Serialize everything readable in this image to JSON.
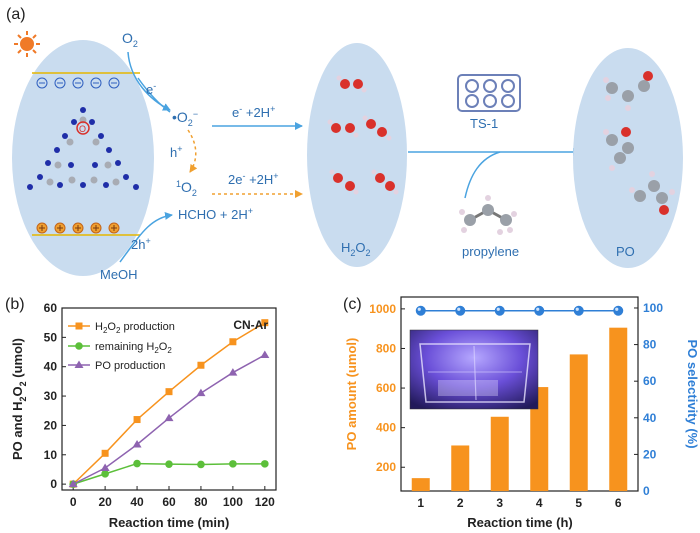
{
  "panel_a": {
    "label": "(a)",
    "o2_label": "O",
    "o2_sub": "2",
    "electron_label": "e",
    "electron_sup": "-",
    "superoxide_label": "•O",
    "superoxide_sub": "2",
    "superoxide_sup": "−",
    "hole_label": "h",
    "hole_sup": "+",
    "singlet_o2_sup": "1",
    "singlet_o2_label": "O",
    "singlet_o2_sub": "2",
    "step1_label_a": "e",
    "step1_label_sup": "-",
    "step1_label_b": " +2H",
    "step1_label_sup2": "+",
    "step2_label_a": "2e",
    "step2_label_sup": "-",
    "step2_label_b": " +2H",
    "step2_label_sup2": "+",
    "hcho_label": "HCHO + 2H",
    "hcho_sup": "+",
    "two_holes_label": "2h",
    "two_holes_sup": "+",
    "meoh_label": "MeOH",
    "h2o2_label": "H",
    "h2o2_sub1": "2",
    "h2o2_mid": "O",
    "h2o2_sub2": "2",
    "ts1_label": "TS-1",
    "propylene_label": "propylene",
    "po_label": "PO",
    "colors": {
      "oval": "#c9dcef",
      "arrow": "#4aa3e0",
      "dashed_arrow": "#f0a030",
      "sun": "#f07a28"
    }
  },
  "panel_b": {
    "label": "(b)",
    "sample_label": "CN-Ar",
    "ylabel_parts": [
      "PO and H",
      "2",
      "O",
      "2",
      " (umol)"
    ],
    "legend": [
      {
        "text": "H",
        "sub1": "2",
        "mid": "O",
        "sub2": "2",
        "tail": " production"
      },
      {
        "text": "remaining H",
        "sub1": "2",
        "mid": "O",
        "sub2": "2",
        "tail": ""
      },
      {
        "text": "PO production",
        "sub1": "",
        "mid": "",
        "sub2": "",
        "tail": ""
      }
    ]
  },
  "panel_c": {
    "label": "(c)",
    "y_left_label": "PO amount (umol)",
    "y_right_label": "PO selectivity (%)"
  },
  "chart_data": [
    {
      "type": "line",
      "title": "",
      "xlabel": "Reaction time (min)",
      "ylabel": "PO and H2O2 (umol)",
      "x": [
        0,
        20,
        40,
        60,
        80,
        100,
        120
      ],
      "xticks": [
        "0",
        "20",
        "40",
        "60",
        "80",
        "100",
        "120"
      ],
      "yticks": [
        "0",
        "10",
        "20",
        "30",
        "40",
        "50",
        "60"
      ],
      "xlim": [
        -7,
        127
      ],
      "ylim": [
        -2,
        60
      ],
      "legend_position": "top-left",
      "series": [
        {
          "name": "H2O2 production",
          "marker": "square",
          "color": "#f7931e",
          "values": [
            0,
            10.5,
            22,
            31.5,
            40.5,
            48.5,
            55
          ]
        },
        {
          "name": "remaining H2O2",
          "marker": "circle",
          "color": "#5cbf3a",
          "values": [
            0,
            3.5,
            7,
            6.8,
            6.7,
            6.9,
            6.9
          ]
        },
        {
          "name": "PO production",
          "marker": "triangle",
          "color": "#8e63b0",
          "values": [
            0,
            5.5,
            13.5,
            22.5,
            31,
            38,
            44
          ]
        }
      ]
    },
    {
      "type": "bar",
      "title": "",
      "xlabel": "Reaction time (h)",
      "ylabel": "PO amount (umol)",
      "y2label": "PO selectivity (%)",
      "categories": [
        "1",
        "2",
        "3",
        "4",
        "5",
        "6"
      ],
      "yticks": [
        "200",
        "400",
        "600",
        "800",
        "1000"
      ],
      "y2ticks": [
        "0",
        "20",
        "40",
        "60",
        "80",
        "100"
      ],
      "ylim": [
        80,
        1060
      ],
      "y2lim": [
        0,
        106
      ],
      "series": [
        {
          "name": "PO amount",
          "type": "bar",
          "axis": "left",
          "color": "#f7931e",
          "values": [
            145,
            310,
            455,
            605,
            770,
            905
          ]
        },
        {
          "name": "PO selectivity",
          "type": "line",
          "axis": "right",
          "color": "#2f7fd6",
          "values": [
            98.5,
            98.5,
            98.5,
            98.5,
            98.5,
            98.5
          ]
        }
      ],
      "inset": "photo of illuminated photoreactor (purple light)"
    }
  ]
}
